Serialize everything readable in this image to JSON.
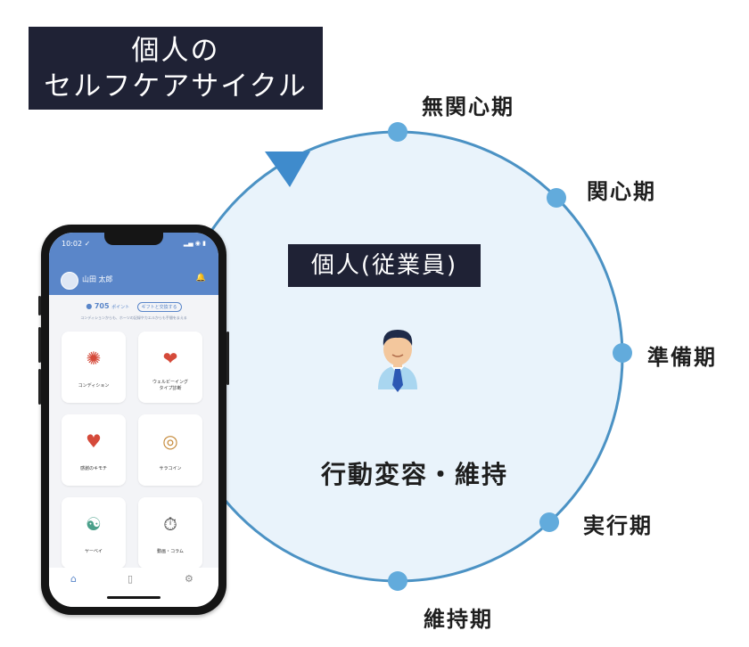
{
  "title": {
    "line1": "個人の",
    "line2": "セルフケアサイクル"
  },
  "center": {
    "label": "個人(従業員)",
    "caption": "行動変容・維持"
  },
  "stages": [
    "無関心期",
    "関心期",
    "準備期",
    "実行期",
    "維持期"
  ],
  "colors": {
    "navy": "#1f2235",
    "circle_fill": "#e9f3fb",
    "circle_stroke": "#4b92c4",
    "dot": "#62abdc",
    "arrow": "#3f8bcc",
    "app_blue": "#5a86c9"
  },
  "phone": {
    "status_time": "10:02 ✓",
    "status_icons": "▂▄ ◉ ▮",
    "user_name": "山田 太郎",
    "points": "705",
    "points_unit": "ポイント",
    "points_button": "ギフトと交換する",
    "points_note": "コンディションからも、ホーツの記録やカエルからも手間をまえる",
    "tiles": [
      {
        "label": "コンディション",
        "icon": "person-burst-icon"
      },
      {
        "label": "ウェルビーイング\nタイプ診断",
        "icon": "heart-head-icon"
      },
      {
        "label": "感謝のキモチ",
        "icon": "heart-hand-icon"
      },
      {
        "label": "サラコイン",
        "icon": "coins-icon"
      },
      {
        "label": "ヤーベイ",
        "icon": "brain-head-icon"
      },
      {
        "label": "動画・コラム",
        "icon": "play-clock-icon"
      }
    ],
    "tabs": [
      "home-icon",
      "phone-icon",
      "gear-icon"
    ]
  }
}
